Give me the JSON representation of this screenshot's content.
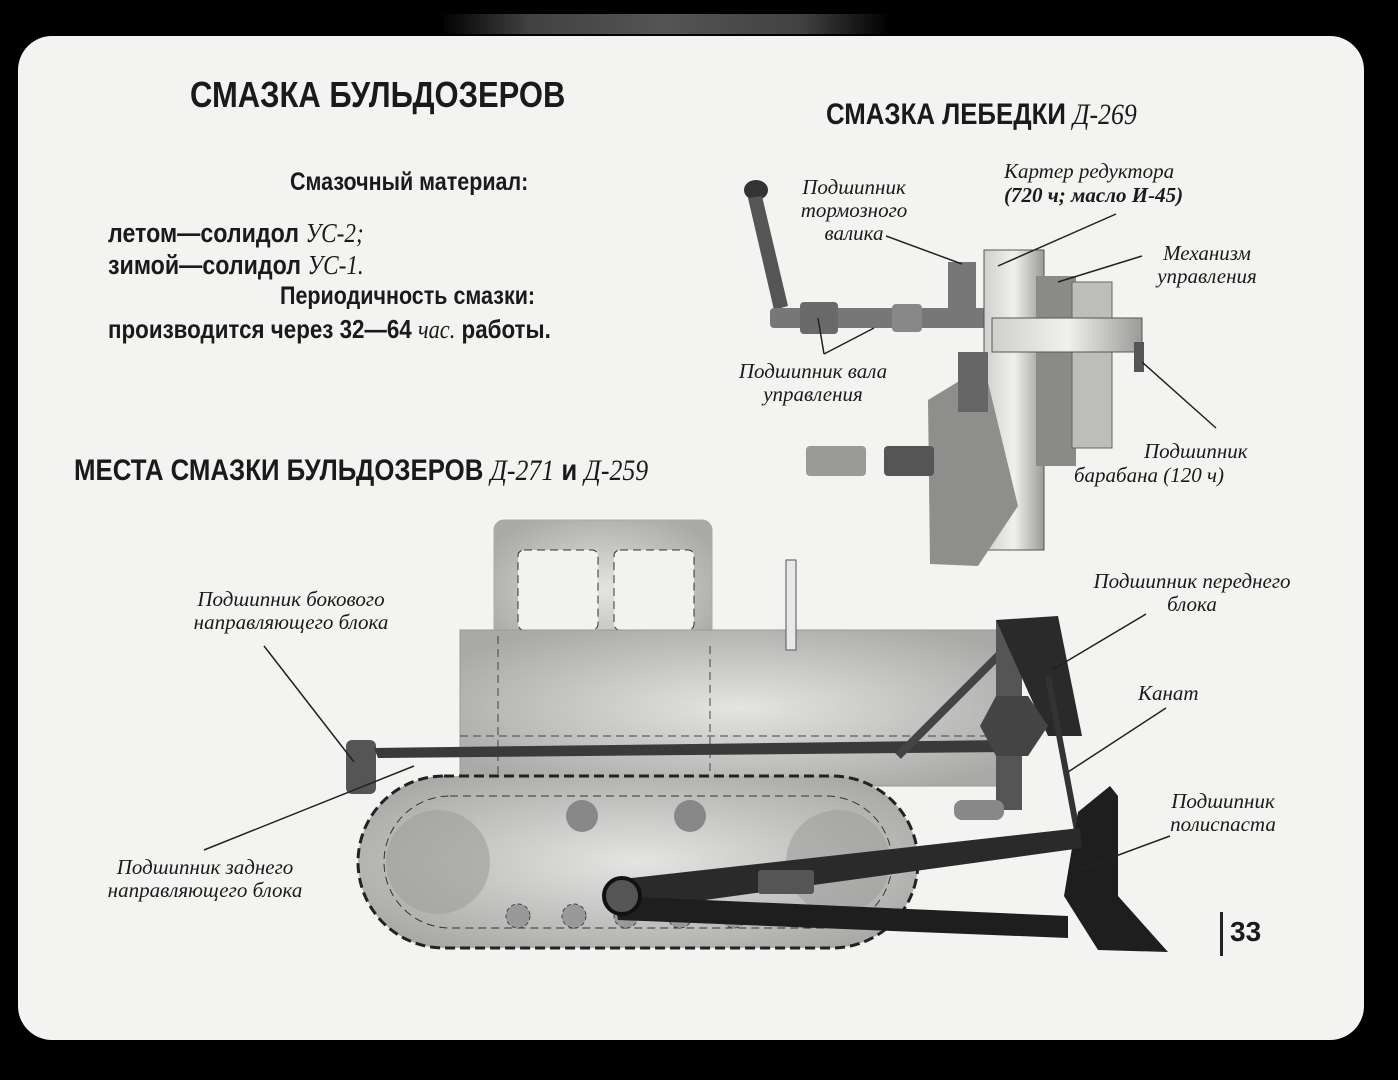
{
  "header": {
    "title_main": "СМАЗКА БУЛЬДОЗЕРОВ",
    "title_winch": "СМАЗКА ЛЕБЕДКИ",
    "title_winch_model": "Д-269",
    "title_places": "МЕСТА СМАЗКИ БУЛЬДОЗЕРОВ",
    "title_places_model1": "Д-271",
    "title_places_and": "и",
    "title_places_model2": "Д-259"
  },
  "lubricant": {
    "heading": "Смазочный материал:",
    "summer": "летом—солидол",
    "summer_grade": "УС-2;",
    "winter": "зимой—солидол",
    "winter_grade": "УС-1.",
    "period_heading": "Периодичность смазки:",
    "period_text": "производится через 32—64",
    "period_unit": "час.",
    "period_tail": "работы."
  },
  "winch_labels": {
    "brake_shaft_bearing": "Подшипник тормозного валика",
    "gearbox_case_line1": "Картер редуктора",
    "gearbox_case_line2": "(720 ч; масло И-45)",
    "control_mechanism": "Механизм управления",
    "control_shaft_bearing": "Подшипник вала управления",
    "drum_bearing_line1": "Подшипник",
    "drum_bearing_line2": "барабана (120 ч)"
  },
  "bulldozer_labels": {
    "side_guide_bearing": "Подшипник бокового направляющего блока",
    "rear_guide_bearing": "Подшипник заднего направляющего блока",
    "front_block_bearing": "Подшипник переднего блока",
    "rope": "Канат",
    "pulley_block_bearing": "Подшипник полиспаста"
  },
  "page_number": "33"
}
